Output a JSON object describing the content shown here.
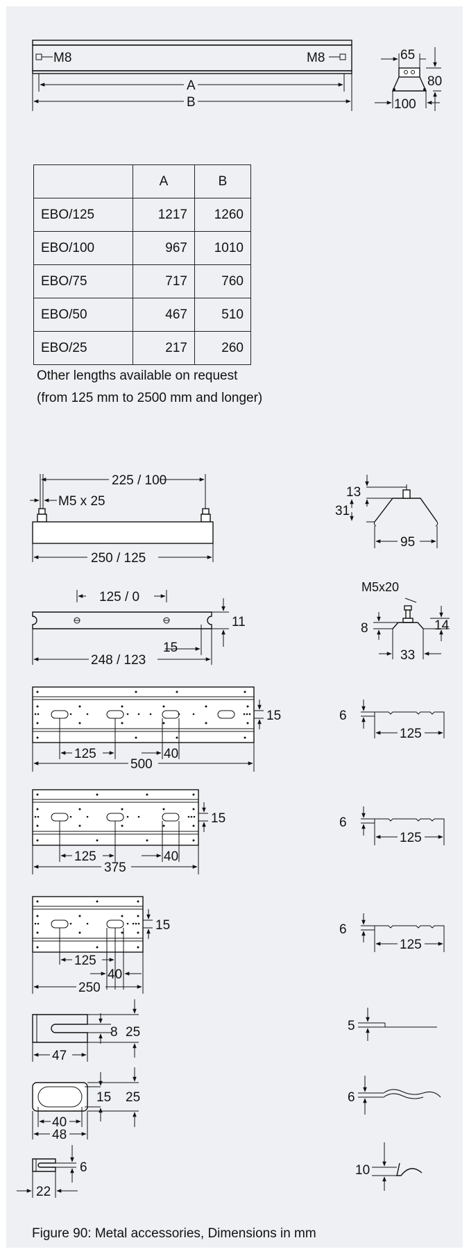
{
  "figure": {
    "caption": "Figure 90: Metal accessories, Dimensions in mm"
  },
  "rail": {
    "thread_left": "M8",
    "thread_right": "M8",
    "dim_a": "A",
    "dim_b": "B",
    "end_width_top": "65",
    "end_height": "80",
    "end_width_bottom": "100"
  },
  "table": {
    "headers": [
      "",
      "A",
      "B"
    ],
    "rows": [
      {
        "name": "EBO/125",
        "a": "1217",
        "b": "1260"
      },
      {
        "name": "EBO/100",
        "a": "967",
        "b": "1010"
      },
      {
        "name": "EBO/75",
        "a": "717",
        "b": "760"
      },
      {
        "name": "EBO/50",
        "a": "467",
        "b": "510"
      },
      {
        "name": "EBO/25",
        "a": "217",
        "b": "260"
      }
    ],
    "note_line1": "Other lengths available on request",
    "note_line2": "(from 125 mm to 2500 mm and longer)"
  },
  "bracket": {
    "bolt_spacing": "225 / 100",
    "bolt": "M5 x 25",
    "length": "250 / 125",
    "profile_top": "13",
    "profile_height": "31",
    "profile_width": "95"
  },
  "strip": {
    "hole_spacing": "125 / 0",
    "height": "11",
    "length": "248 / 123",
    "end_offset": "15",
    "screw": "M5x20",
    "side_left": "8",
    "side_right": "14",
    "width": "33"
  },
  "plate500": {
    "hole_dim": "15",
    "pitch": "125",
    "slot": "40",
    "length": "500",
    "thickness": "6",
    "wave": "125"
  },
  "plate375": {
    "hole_dim": "15",
    "pitch": "125",
    "slot": "40",
    "length": "375",
    "thickness": "6",
    "wave": "125"
  },
  "plate250": {
    "hole_dim": "15",
    "pitch": "125",
    "slot": "40",
    "length": "250",
    "thickness": "6",
    "wave": "125"
  },
  "clip_slot": {
    "slot_width": "8",
    "height": "25",
    "length": "47",
    "thickness": "5"
  },
  "clip_oval": {
    "slot_width": "15",
    "height": "25",
    "inner_length": "40",
    "outer_length": "48",
    "thickness": "6"
  },
  "clip_small": {
    "height": "6",
    "length": "22",
    "thickness": "10"
  }
}
